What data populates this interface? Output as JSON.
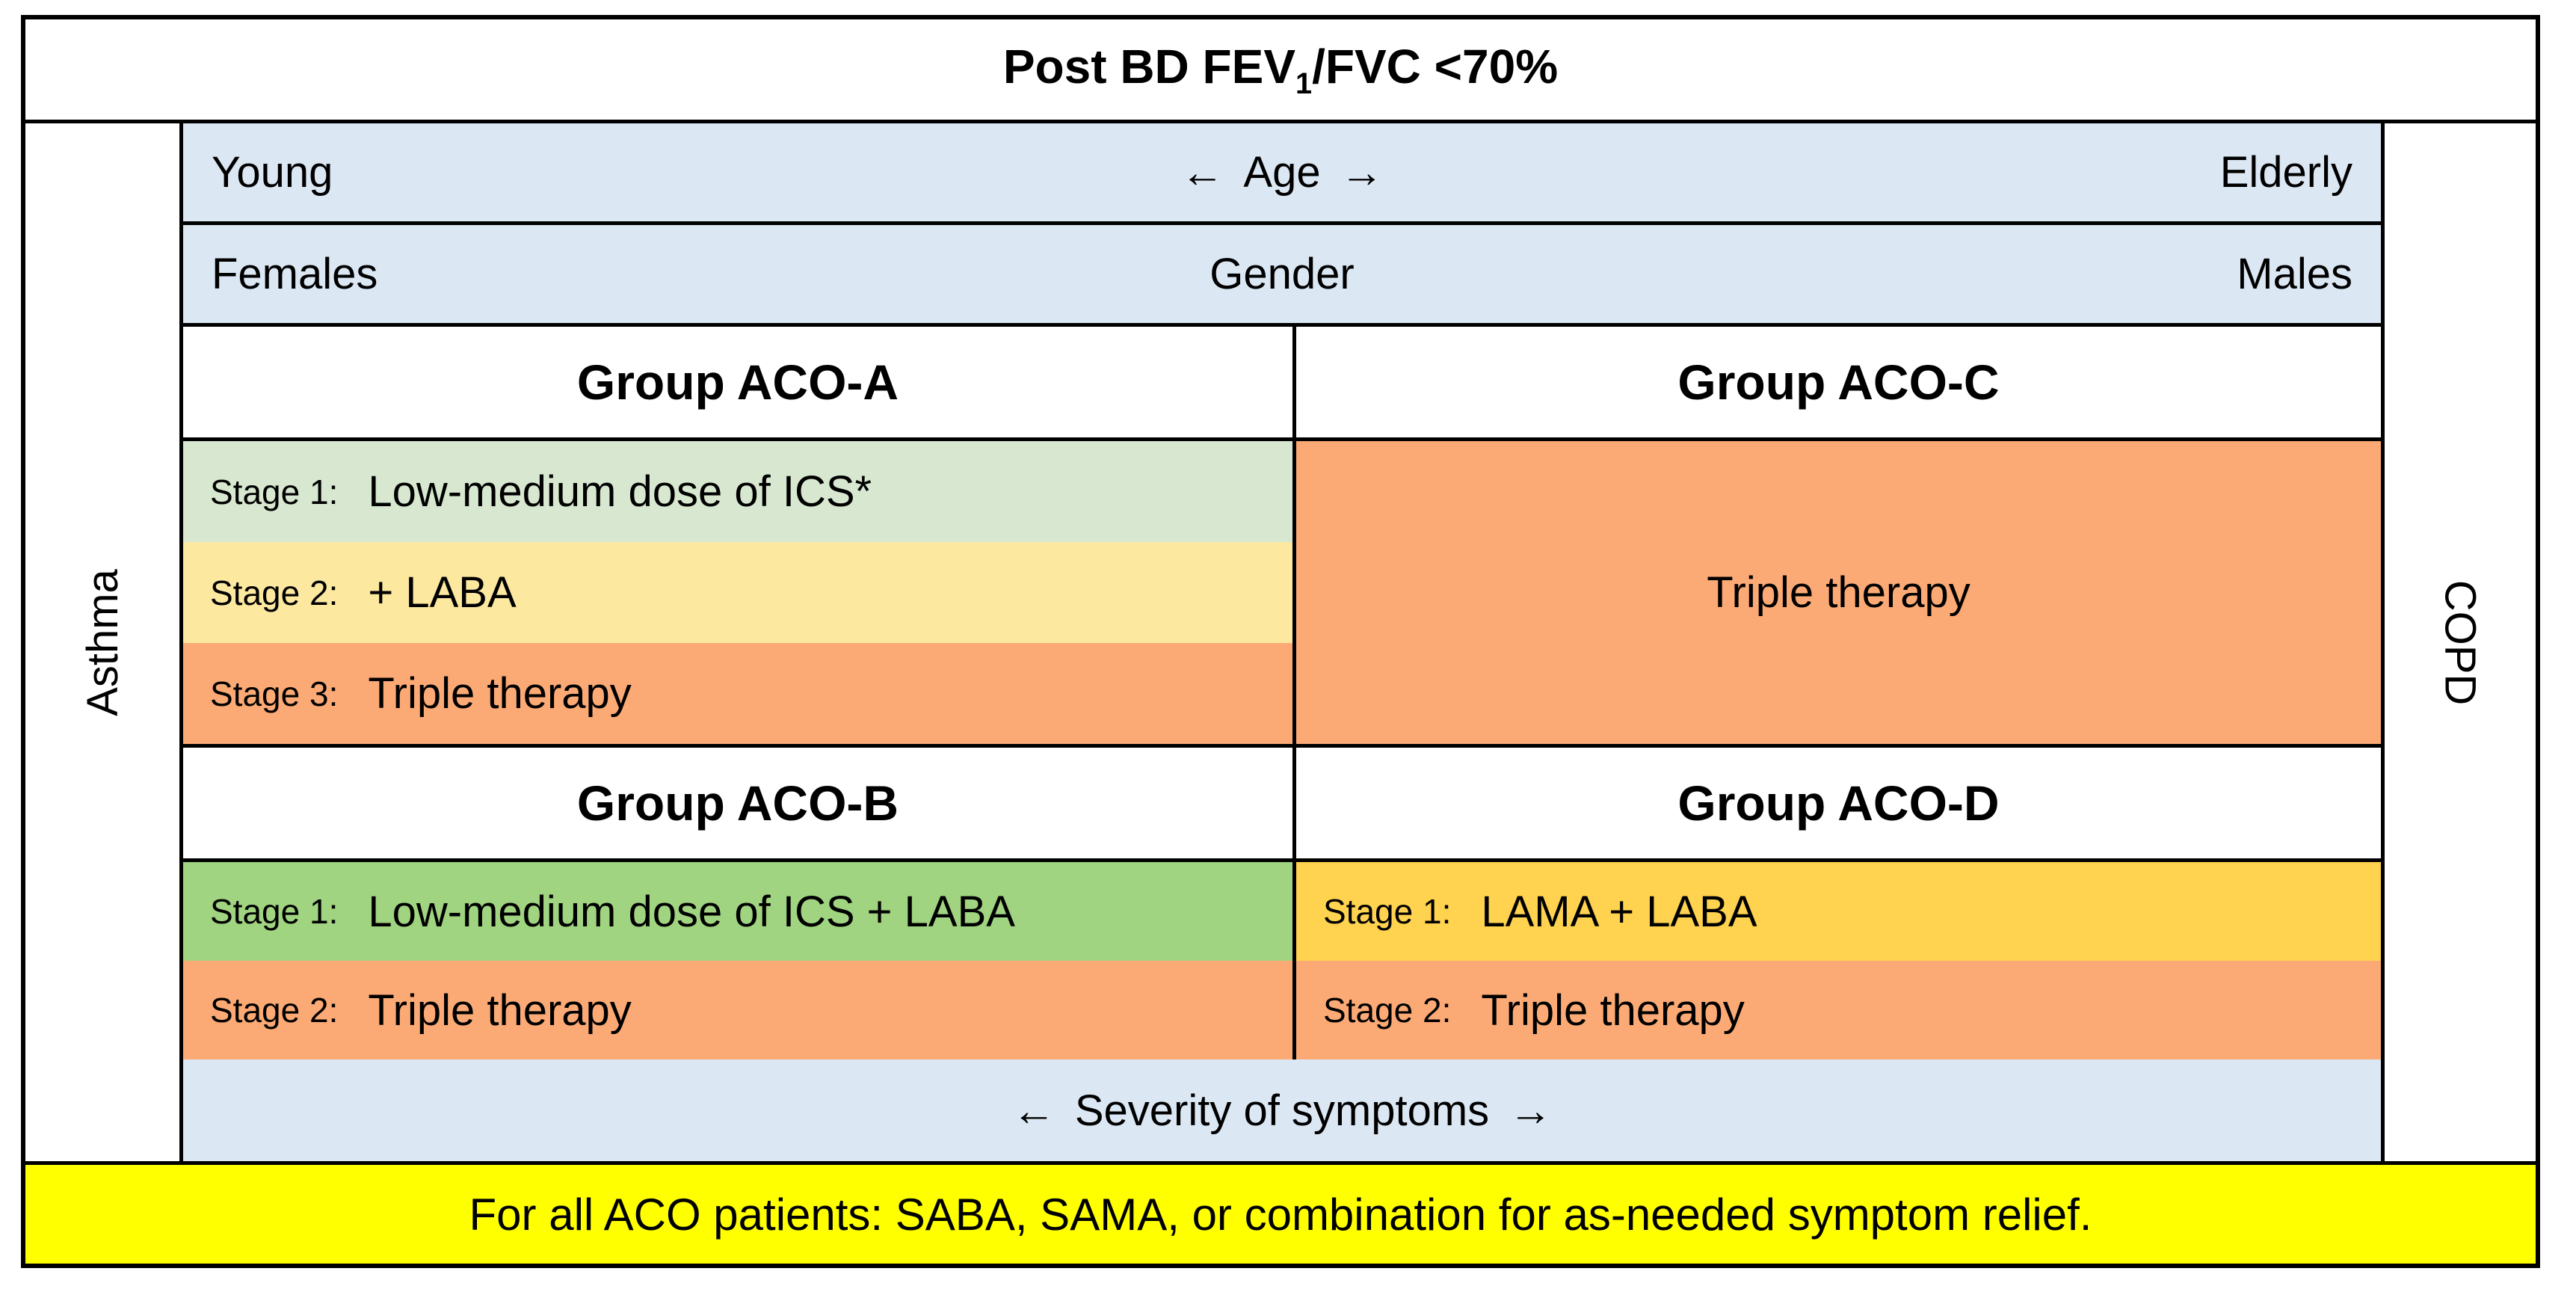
{
  "header": {
    "title_prefix": "Post BD FEV",
    "title_sub": "1",
    "title_suffix": "/FVC <70%"
  },
  "axes": {
    "age": {
      "left": "Young",
      "center": "Age",
      "right": "Elderly",
      "left_arrow": "←",
      "right_arrow": "→"
    },
    "gender": {
      "left": "Females",
      "center": "Gender",
      "right": "Males"
    },
    "severity": {
      "center": "Severity of symptoms",
      "left_arrow": "←",
      "right_arrow": "→"
    },
    "vertical_left": "Asthma",
    "vertical_right": "COPD"
  },
  "groups": [
    {
      "title": "Group ACO-A",
      "stages": [
        {
          "label": "Stage 1:",
          "text": "Low-medium dose of ICS*",
          "bg": "#d8e8d0"
        },
        {
          "label": "Stage 2:",
          "text": "+ LABA",
          "bg": "#fde8a0"
        },
        {
          "label": "Stage 3:",
          "text": "Triple therapy",
          "bg": "#fcaa75"
        }
      ]
    },
    {
      "title": "Group ACO-C",
      "block": {
        "text": "Triple therapy",
        "bg": "#fcaa75"
      }
    },
    {
      "title": "Group ACO-B",
      "stages": [
        {
          "label": "Stage 1:",
          "text": "Low-medium dose of ICS + LABA",
          "bg": "#a0d480"
        },
        {
          "label": "Stage 2:",
          "text": "Triple therapy",
          "bg": "#fcaa75"
        }
      ]
    },
    {
      "title": "Group ACO-D",
      "stages": [
        {
          "label": "Stage 1:",
          "text": "LAMA + LABA",
          "bg": "#ffd34f"
        },
        {
          "label": "Stage 2:",
          "text": "Triple therapy",
          "bg": "#fcaa75"
        }
      ]
    }
  ],
  "footer": {
    "text": "For all ACO patients: SABA, SAMA, or combination for as-needed symptom relief."
  },
  "colors": {
    "axis_blue": "#dbe7f3",
    "footer_yellow": "#ffff00",
    "border_black": "#000000",
    "pale_green": "#d8e8d0",
    "pale_yellow": "#fde8a0",
    "orange": "#fcaa75",
    "medium_green": "#a0d480",
    "gold": "#ffd34f"
  }
}
